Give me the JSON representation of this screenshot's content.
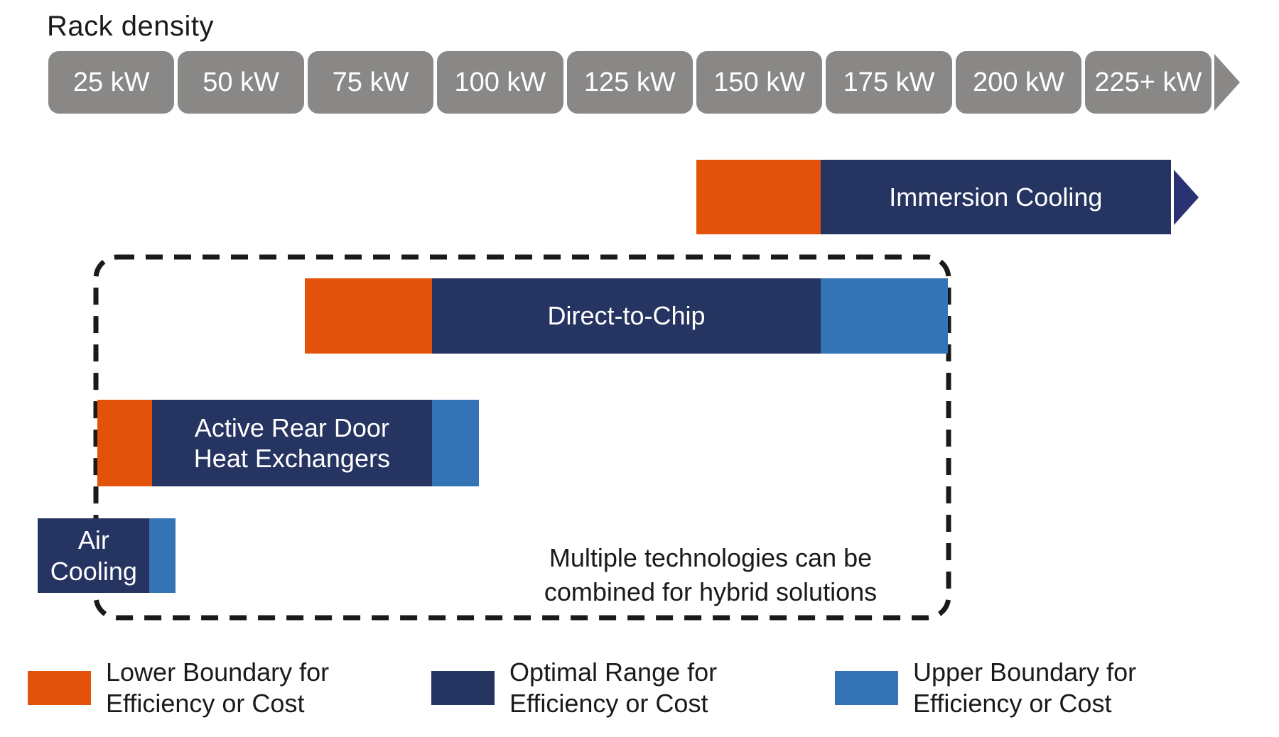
{
  "title": "Rack density",
  "colors": {
    "lower": "#E2520A",
    "optimal": "#253461",
    "upper": "#3373B6",
    "axis_gray": "#8A8886",
    "arrow_navy": "#2B3274",
    "text": "#1A1A1A"
  },
  "chart_data": {
    "type": "range-bar",
    "title": "Rack density",
    "x_axis": {
      "label": "Rack density",
      "unit": "kW",
      "ticks": [
        "25 kW",
        "50 kW",
        "75 kW",
        "100 kW",
        "125 kW",
        "150 kW",
        "175 kW",
        "200 kW",
        "225+ kW"
      ],
      "tick_values_kw": [
        25,
        50,
        75,
        100,
        125,
        150,
        175,
        200,
        225
      ],
      "continues_beyond": true
    },
    "bars": [
      {
        "name": "Immersion Cooling",
        "label": "Immersion Cooling",
        "open_ended": true,
        "segments": [
          {
            "range": "lower",
            "from_kw": 150,
            "to_kw": 174
          },
          {
            "range": "optimal",
            "from_kw": 174,
            "to_kw": 241.5
          }
        ]
      },
      {
        "name": "Direct-to-Chip",
        "label": "Direct-to-Chip",
        "open_ended": false,
        "segments": [
          {
            "range": "lower",
            "from_kw": 74.5,
            "to_kw": 99
          },
          {
            "range": "optimal",
            "from_kw": 99,
            "to_kw": 174
          },
          {
            "range": "upper",
            "from_kw": 174,
            "to_kw": 198.5
          }
        ]
      },
      {
        "name": "Active Rear Door Heat Exchangers",
        "label": "Active Rear Door\nHeat Exchangers",
        "open_ended": false,
        "segments": [
          {
            "range": "lower",
            "from_kw": 34.5,
            "to_kw": 45
          },
          {
            "range": "optimal",
            "from_kw": 45,
            "to_kw": 99
          },
          {
            "range": "upper",
            "from_kw": 99,
            "to_kw": 108
          }
        ]
      },
      {
        "name": "Air Cooling",
        "label": "Air\nCooling",
        "open_ended": false,
        "segments": [
          {
            "range": "optimal",
            "from_kw": 23,
            "to_kw": 44.5
          },
          {
            "range": "upper",
            "from_kw": 44.5,
            "to_kw": 49.5
          }
        ]
      }
    ],
    "hybrid_group": [
      "Direct-to-Chip",
      "Active Rear Door Heat Exchangers",
      "Air Cooling"
    ],
    "annotation": "Multiple technologies can be\ncombined for hybrid solutions",
    "legend": [
      {
        "range": "lower",
        "label": "Lower Boundary for\nEfficiency or Cost"
      },
      {
        "range": "optimal",
        "label": "Optimal Range for\nEfficiency or Cost"
      },
      {
        "range": "upper",
        "label": "Upper Boundary for\nEfficiency or Cost"
      }
    ]
  }
}
